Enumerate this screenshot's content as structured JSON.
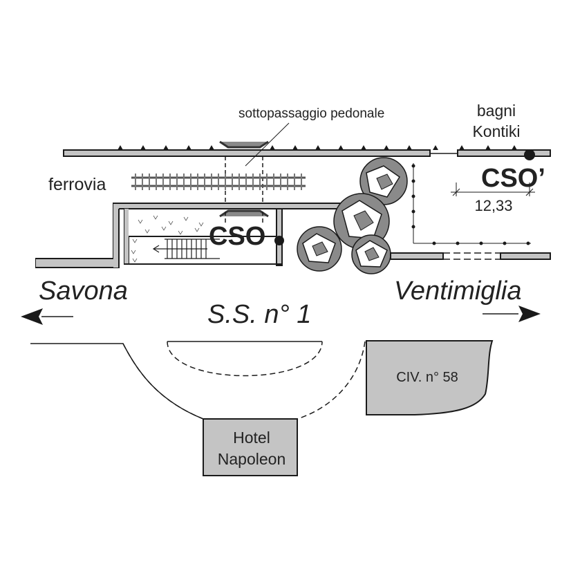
{
  "labels": {
    "underpass": "sottopassaggio pedonale",
    "railway": "ferrovia",
    "beach_line1": "bagni",
    "beach_line2": "Kontiki",
    "cso": "CSO",
    "cso_prime": "CSO’",
    "distance": "12,33",
    "left_direction": "Savona",
    "right_direction": "Ventimiglia",
    "road": "S.S. n° 1",
    "civic_number": "CIV. n° 58",
    "hotel_line1": "Hotel",
    "hotel_line2": "Napoleon"
  },
  "icons": {
    "left_arrow": "arrow-left-icon",
    "right_arrow": "arrow-right-icon",
    "station_point": "filled-circle-icon",
    "tree": "tree-icon"
  },
  "colors": {
    "ink": "#1a1a1a",
    "fill_gray": "#c4c4c4",
    "tree_gray": "#8a8a8a",
    "background": "#ffffff"
  }
}
